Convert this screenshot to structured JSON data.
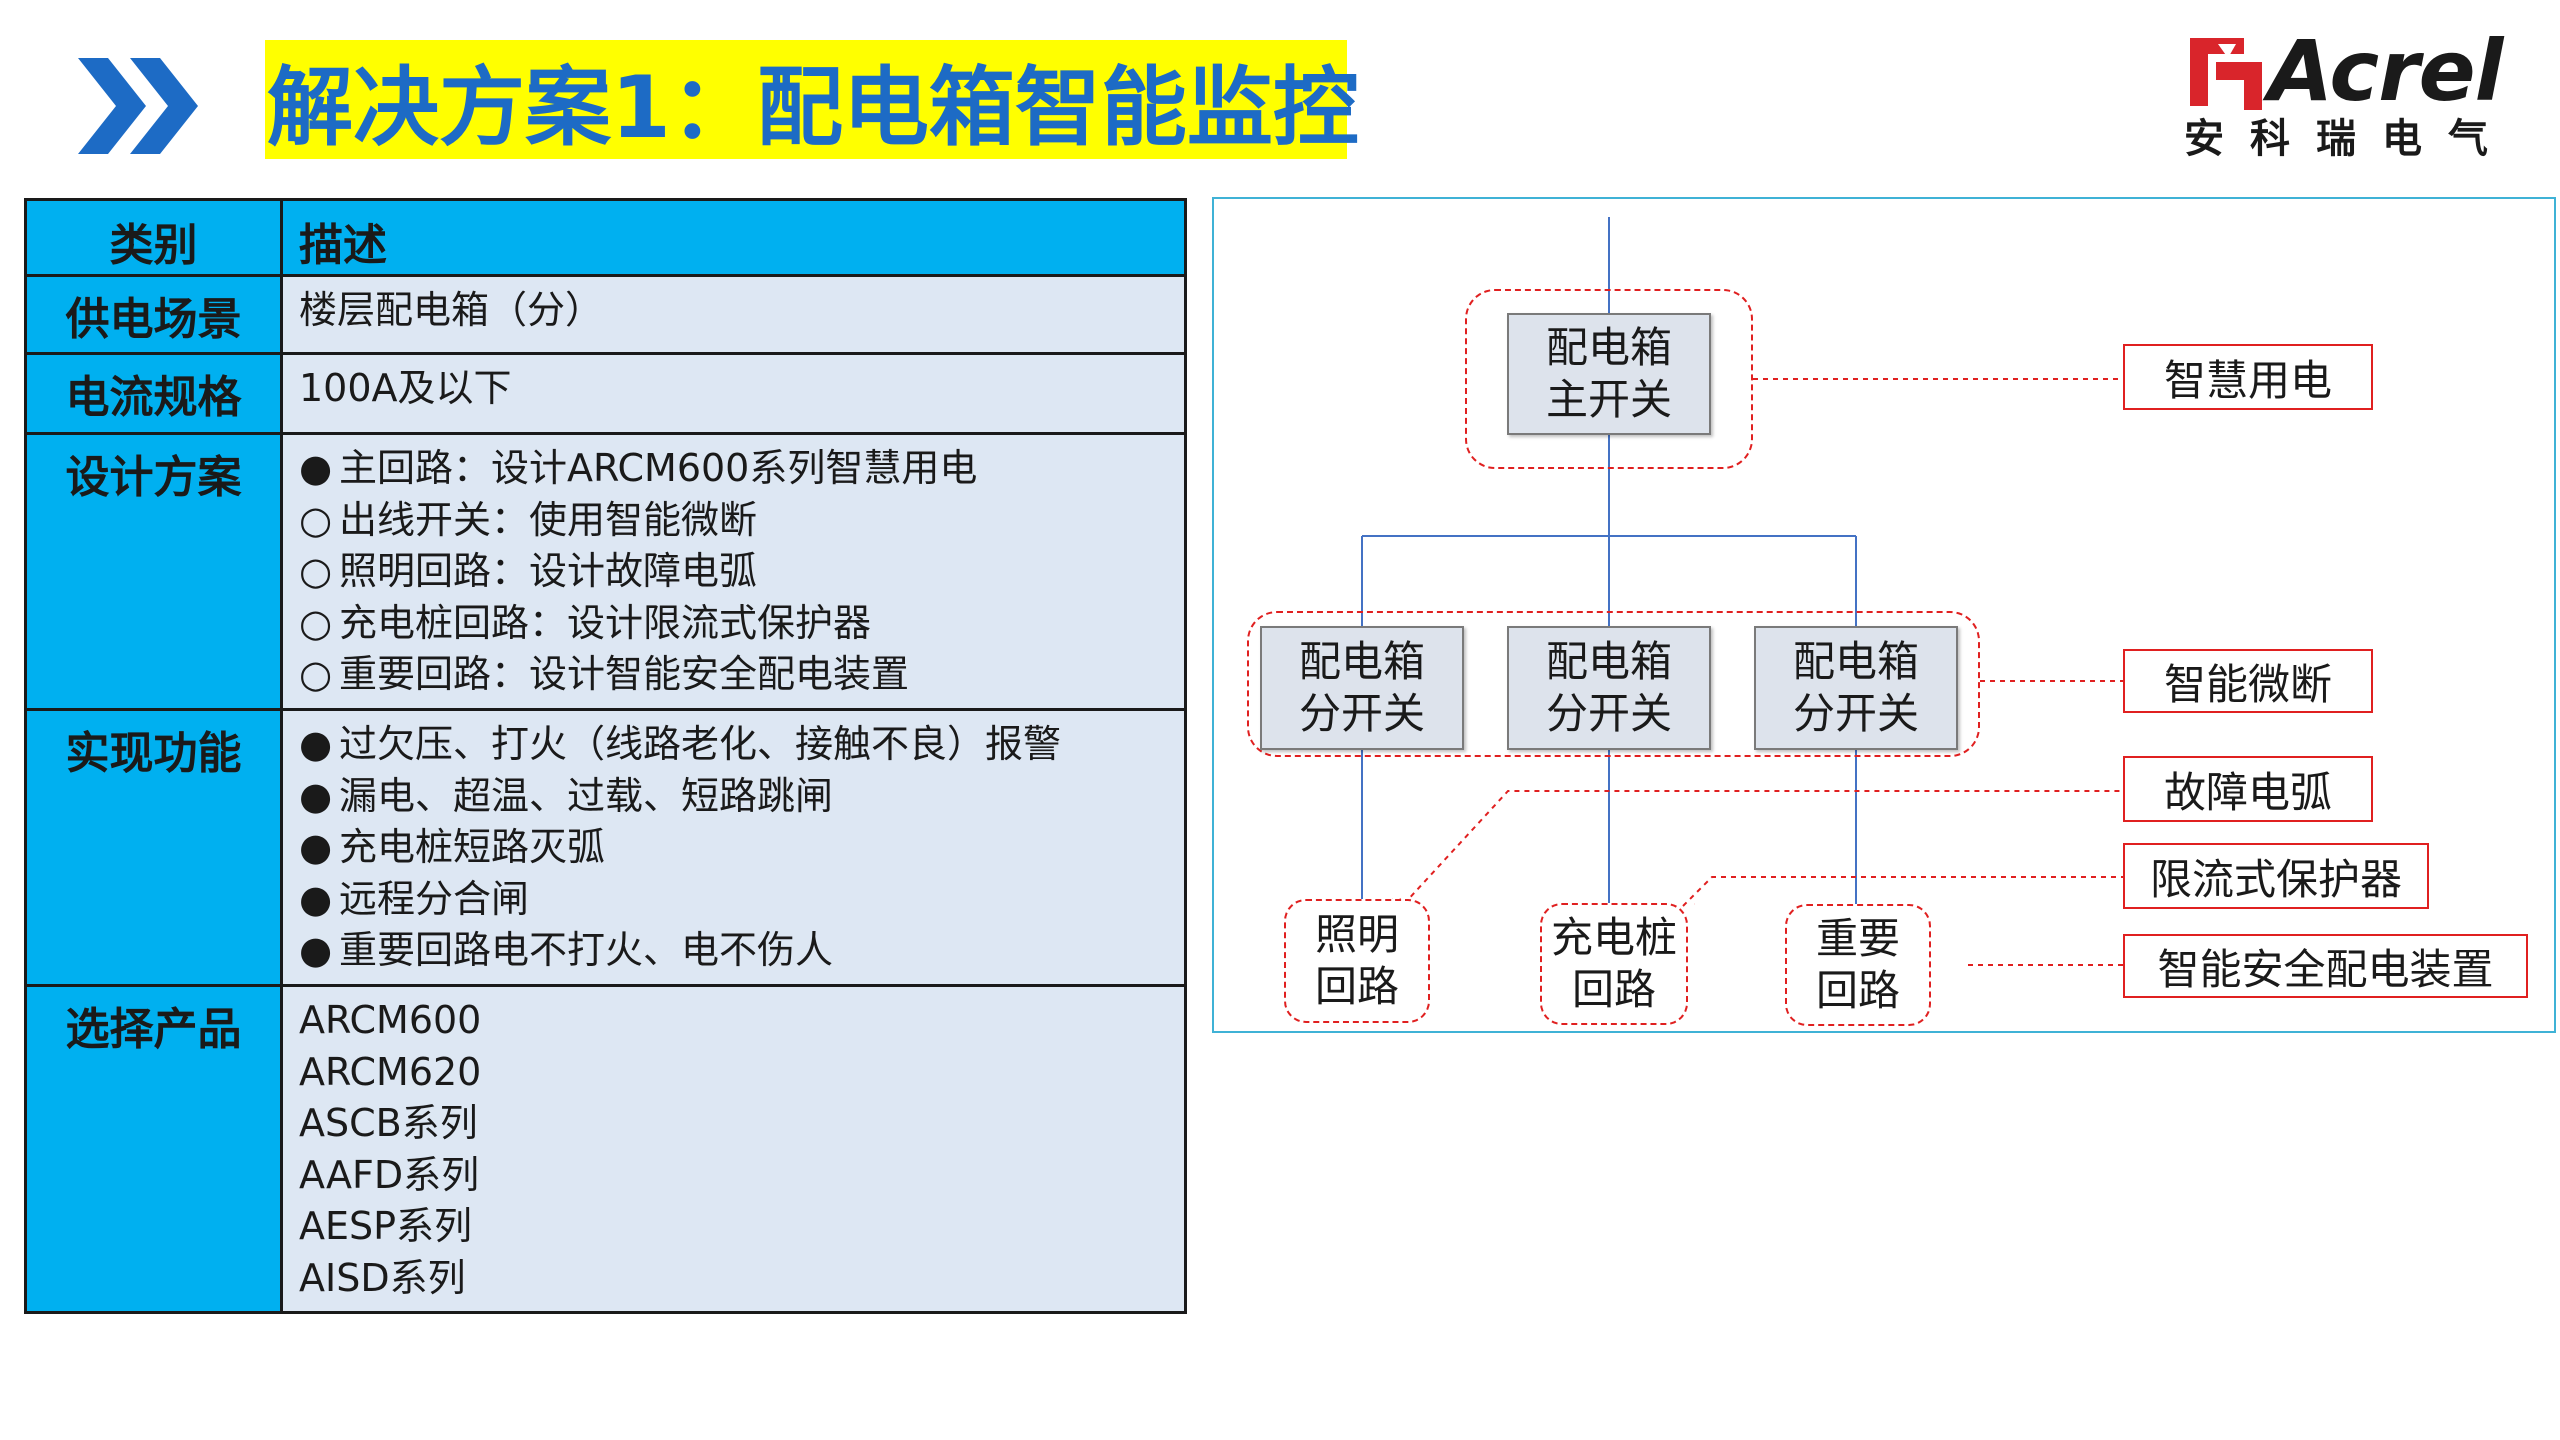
{
  "header": {
    "title": "解决方案1：配电箱智能监控",
    "logo_word": "Acrel",
    "logo_sub": "安科瑞电气"
  },
  "table": {
    "headers": [
      "类别",
      "描述"
    ],
    "rows": [
      {
        "category": "供电场景",
        "lines": [
          {
            "mark": "",
            "text": "楼层配电箱（分）"
          }
        ]
      },
      {
        "category": "电流规格",
        "lines": [
          {
            "mark": "",
            "text": "100A及以下"
          }
        ]
      },
      {
        "category": "设计方案",
        "lines": [
          {
            "mark": "●",
            "text": "主回路：设计ARCM600系列智慧用电"
          },
          {
            "mark": "○",
            "text": "出线开关：使用智能微断"
          },
          {
            "mark": "○",
            "text": "照明回路：设计故障电弧"
          },
          {
            "mark": "○",
            "text": "充电桩回路：设计限流式保护器"
          },
          {
            "mark": "○",
            "text": "重要回路：设计智能安全配电装置"
          }
        ]
      },
      {
        "category": "实现功能",
        "lines": [
          {
            "mark": "●",
            "text": "过欠压、打火（线路老化、接触不良）报警"
          },
          {
            "mark": "●",
            "text": "漏电、超温、过载、短路跳闸"
          },
          {
            "mark": "●",
            "text": "充电桩短路灭弧"
          },
          {
            "mark": "●",
            "text": "远程分合闸"
          },
          {
            "mark": "●",
            "text": "重要回路电不打火、电不伤人"
          }
        ]
      },
      {
        "category": "选择产品",
        "lines": [
          {
            "mark": "",
            "text": "ARCM600"
          },
          {
            "mark": "",
            "text": "ARCM620"
          },
          {
            "mark": "",
            "text": "ASCB系列"
          },
          {
            "mark": "",
            "text": "AAFD系列"
          },
          {
            "mark": "",
            "text": "AESP系列"
          },
          {
            "mark": "",
            "text": "AISD系列"
          }
        ]
      }
    ]
  },
  "diagram": {
    "main_switch": [
      "配电箱",
      "主开关"
    ],
    "branch_switches": [
      [
        "配电箱",
        "分开关"
      ],
      [
        "配电箱",
        "分开关"
      ],
      [
        "配电箱",
        "分开关"
      ]
    ],
    "circuits": [
      [
        "照明",
        "回路"
      ],
      [
        "充电桩",
        "回路"
      ],
      [
        "重要",
        "回路"
      ]
    ],
    "labels": {
      "smart_power": "智慧用电",
      "smart_mcb": "智能微断",
      "arc_fault": "故障电弧",
      "current_limiter": "限流式保护器",
      "safety_device": "智能安全配电装置"
    },
    "colors": {
      "tree_line": "#4472c4",
      "callout": "#e02020",
      "node_fill": "#dde3ec",
      "header_fill": "#00b0f0",
      "title_bg": "#ffff00",
      "title_text": "#1d6bc5"
    }
  }
}
